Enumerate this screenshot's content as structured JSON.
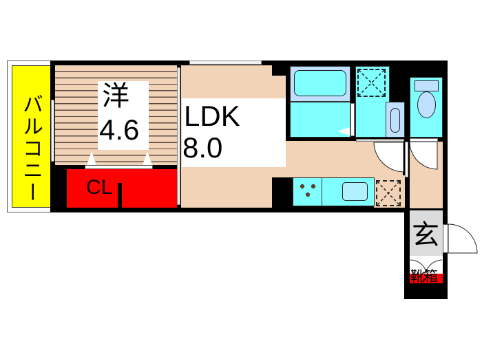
{
  "floorplan": {
    "balcony": {
      "label": "バルコニー",
      "color": "#ffff00"
    },
    "western_room": {
      "type": "洋",
      "size": "4.6",
      "floor_color": "#f3d3b8"
    },
    "closet": {
      "label": "CL",
      "color": "#ff0000"
    },
    "ldk": {
      "type": "LDK",
      "size": "8.0",
      "floor_color": "#f3d3b8"
    },
    "genkan": {
      "label": "玄",
      "color": "#dcdcdc"
    },
    "shoe_box": {
      "label": "靴箱",
      "color": "#ff0000"
    },
    "bath": {
      "color": "#80ffff",
      "tub_color": "#c0e0ff"
    },
    "washroom": {
      "color": "#80ffff"
    },
    "toilet": {
      "color": "#80ffff"
    },
    "kitchen": {
      "color": "#80ffff"
    },
    "wall_color": "#000000"
  }
}
